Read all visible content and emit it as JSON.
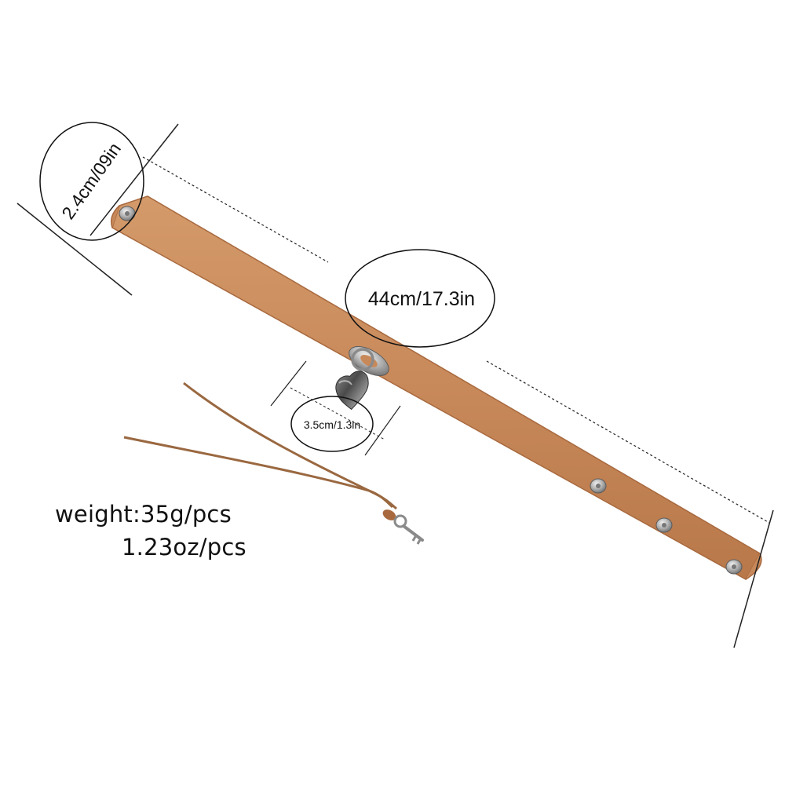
{
  "dimensions": {
    "width_label": "2.4cm/09in",
    "length_label": "44cm/17.3in",
    "lock_label": "3.5cm/1.3in"
  },
  "specs": {
    "weight_grams": "weight:35g/pcs",
    "weight_ounces": "1.23oz/pcs"
  },
  "colors": {
    "leather": "#C8895A",
    "leather_edge": "#A8693E",
    "metal": "#9A9A9A",
    "background": "#FFFFFF"
  },
  "icons": {
    "lock": "heart-padlock-icon",
    "key": "key-icon",
    "rivet": "rivet-icon"
  }
}
